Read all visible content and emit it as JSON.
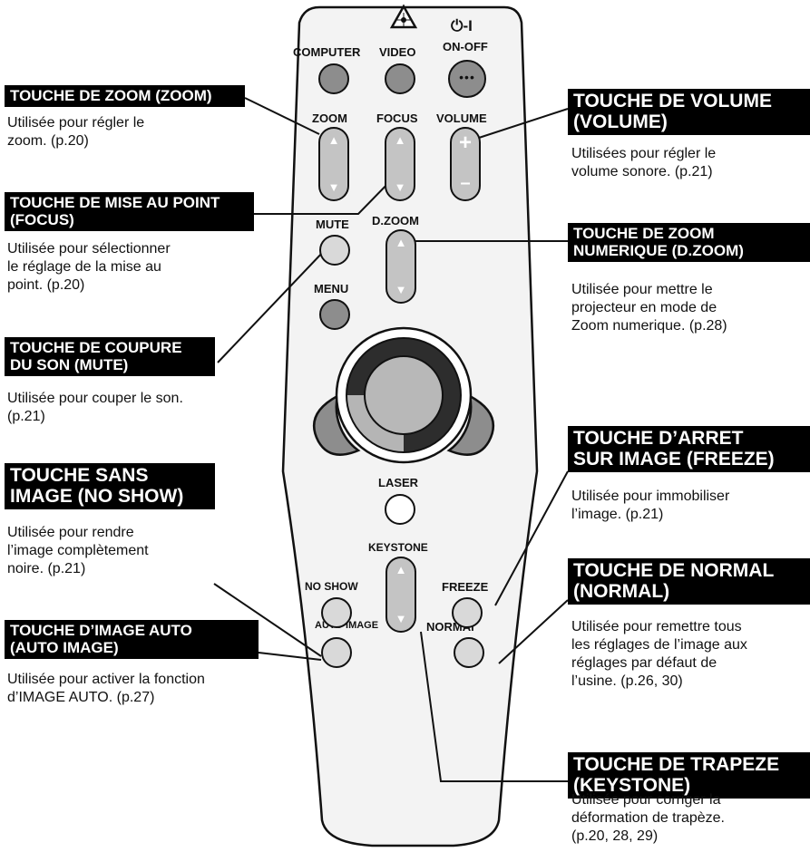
{
  "remote": {
    "laser_warning_icon": "laser-warning-icon",
    "power_icon": "power-icon",
    "labels": {
      "computer": "COMPUTER",
      "video": "VIDEO",
      "power_symbol": "⏻-I",
      "on_off": "ON-OFF",
      "zoom": "ZOOM",
      "focus": "FOCUS",
      "volume": "VOLUME",
      "mute": "MUTE",
      "d_zoom": "D.ZOOM",
      "menu": "MENU",
      "laser": "LASER",
      "keystone": "KEYSTONE",
      "no_show": "NO SHOW",
      "freeze": "FREEZE",
      "auto_image": "AUTO IMAGE",
      "normal": "NORMAl"
    },
    "on_off_dots": "•••",
    "volume_plus": "+",
    "volume_minus": "–",
    "arrow_up": "▲",
    "arrow_down": "▼"
  },
  "callouts": {
    "zoom": {
      "title": "TOUCHE DE ZOOM (ZOOM)",
      "desc": "Utilisée pour régler le\nzoom. (p.20)"
    },
    "focus": {
      "title": "TOUCHE DE MISE AU POINT\n(FOCUS)",
      "desc": "Utilisée pour sélectionner\nle réglage de la mise au\npoint. (p.20)"
    },
    "mute": {
      "title": "TOUCHE DE COUPURE\nDU SON (MUTE)",
      "desc": "Utilisée pour couper le son.\n(p.21)"
    },
    "no_show": {
      "title": "TOUCHE SANS\nIMAGE (NO SHOW)",
      "desc": "Utilisée pour rendre\nl’image complètement\nnoire. (p.21)"
    },
    "auto_image": {
      "title": "TOUCHE D’IMAGE AUTO\n(AUTO IMAGE)",
      "desc": "Utilisée pour activer la fonction\nd’IMAGE AUTO. (p.27)"
    },
    "volume": {
      "title": "TOUCHE DE VOLUME\n(VOLUME)",
      "desc": "Utilisées pour régler le\nvolume sonore. (p.21)"
    },
    "d_zoom": {
      "title": "TOUCHE DE ZOOM\nNUMERIQUE (D.ZOOM)",
      "desc": "Utilisée pour mettre le\nprojecteur en mode de\nZoom numerique. (p.28)"
    },
    "freeze": {
      "title": "TOUCHE D’ARRET\nSUR IMAGE (FREEZE)",
      "desc": "Utilisée pour immobiliser\nl’image. (p.21)"
    },
    "normal": {
      "title": "TOUCHE DE NORMAL\n(NORMAL)",
      "desc": "Utilisée pour remettre tous\nles réglages de l’image aux\nréglages par défaut de\nl’usine.  (p.26, 30)"
    },
    "keystone": {
      "title": "TOUCHE DE TRAPEZE\n(KEYSTONE)",
      "desc": "Utilisée pour corriger la\ndéformation de trapèze.\n(p.20, 28, 29)"
    }
  }
}
